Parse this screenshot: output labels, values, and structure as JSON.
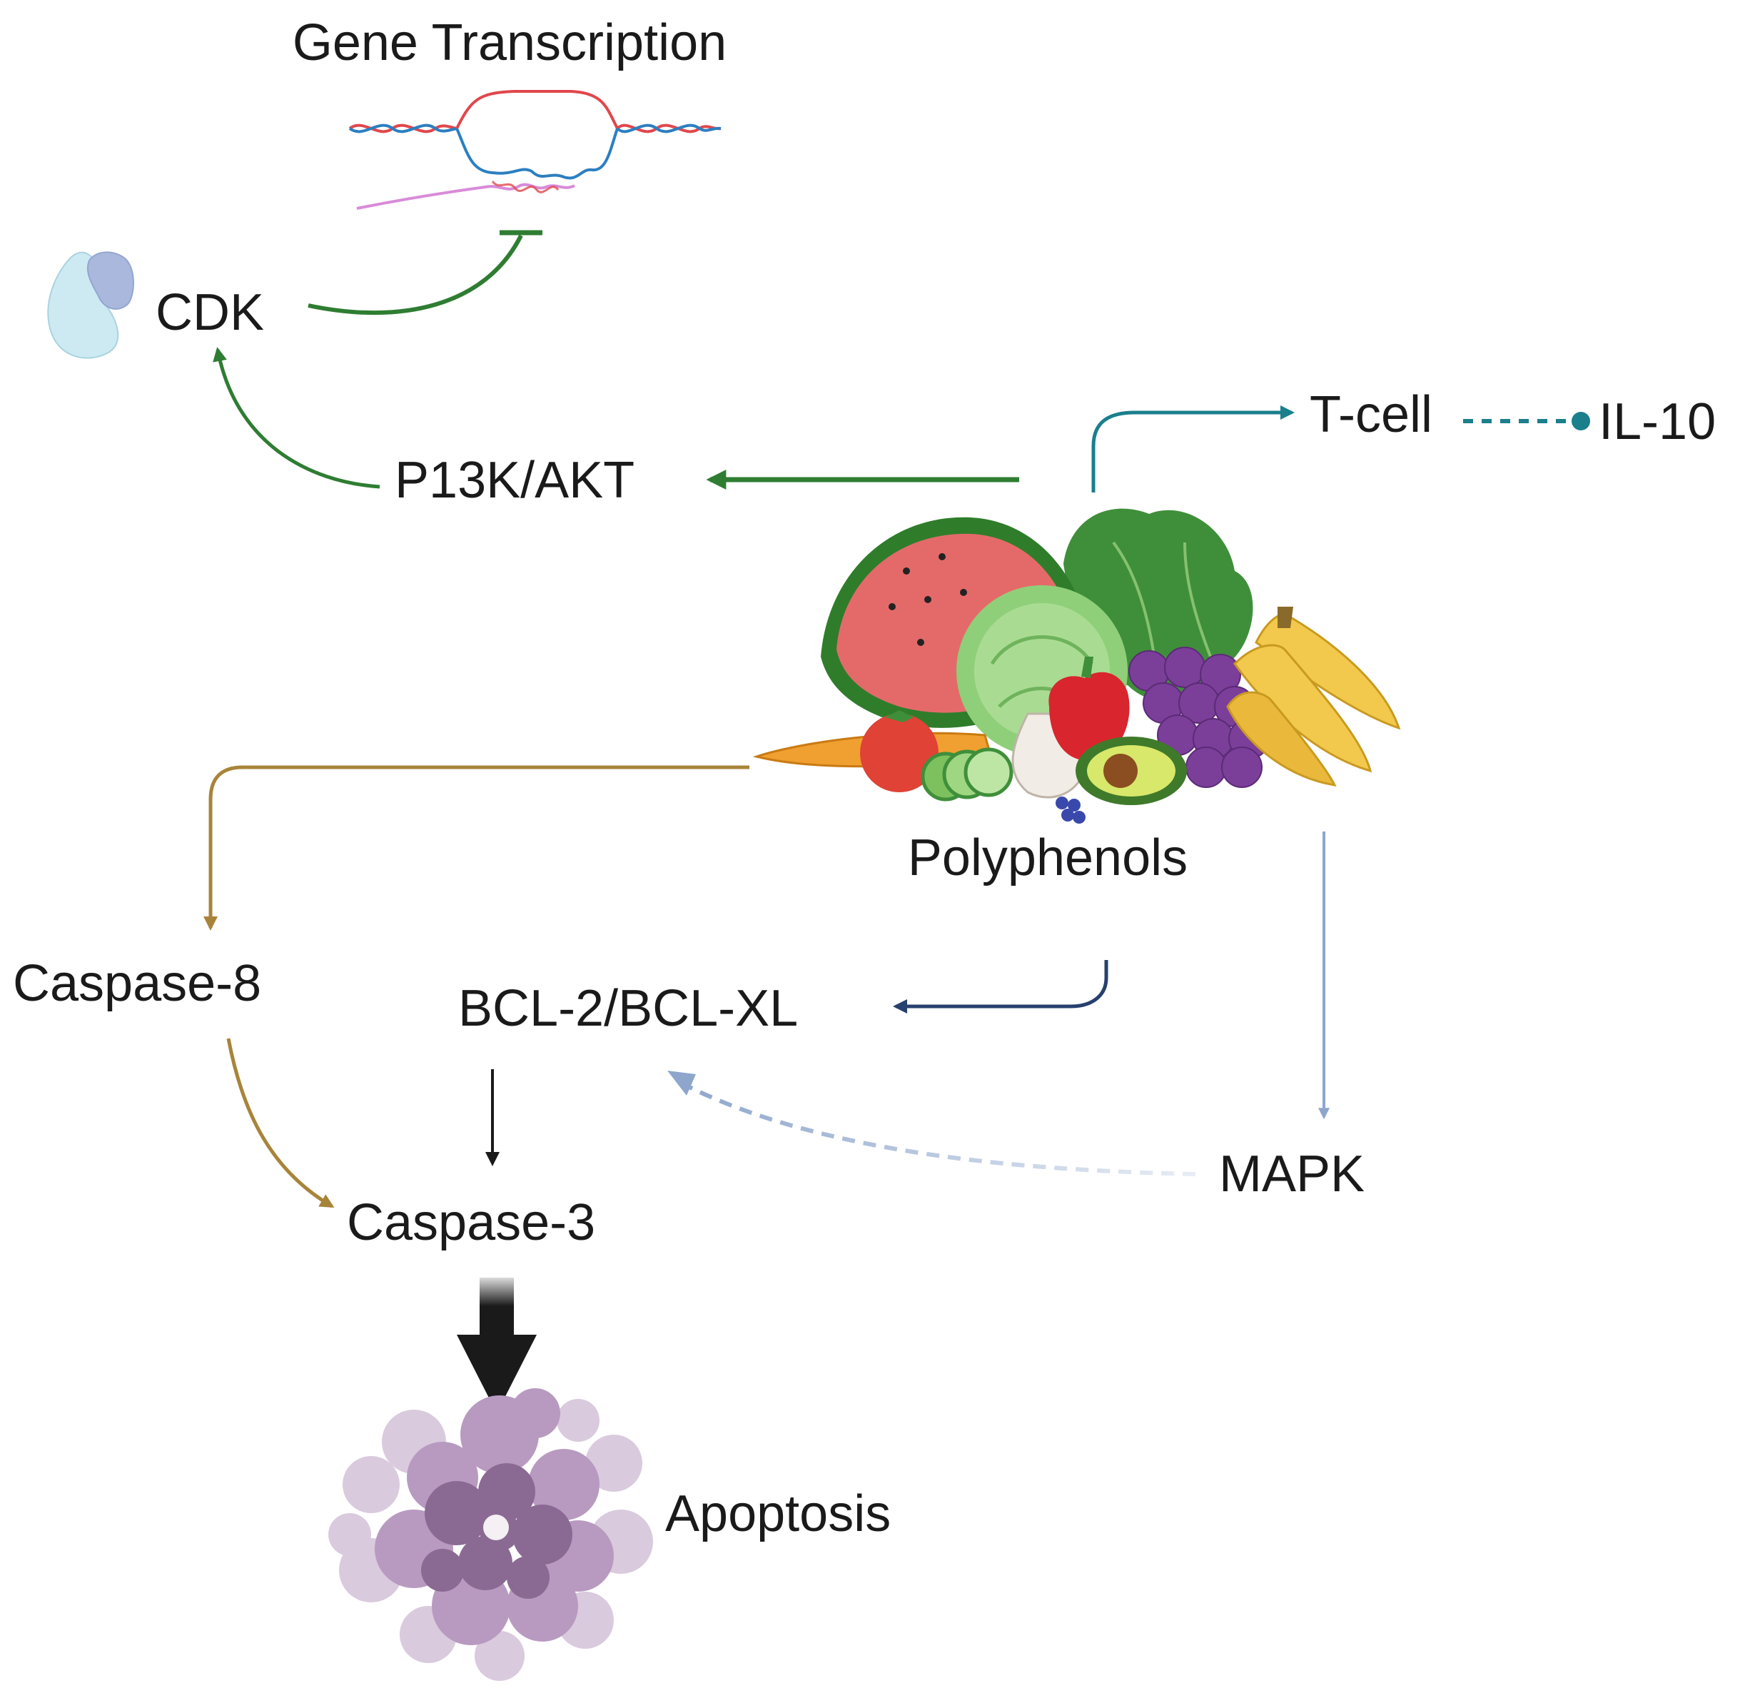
{
  "labels": {
    "gene_transcription": "Gene Transcription",
    "cdk": "CDK",
    "pi3k_akt": "P13K/AKT",
    "t_cell": "T-cell",
    "il_10": "IL-10",
    "polyphenols": "Polyphenols",
    "caspase_8": "Caspase-8",
    "bcl": "BCL-2/BCL-XL",
    "mapk": "MAPK",
    "caspase_3": "Caspase-3",
    "apoptosis": "Apoptosis"
  },
  "colors": {
    "green": "#2e7d32",
    "teal": "#1b7f8c",
    "gold": "#a8843a",
    "navy": "#27406e",
    "light_blue": "#8ea6cc",
    "black": "#1a1a1a",
    "purple": "#8a6a93",
    "dna_red": "#e0474c",
    "dna_blue": "#2b7fc1",
    "rna_pink": "#d98bd9"
  },
  "icons": [
    "dna-transcription-bubble-icon",
    "cdk-protein-icon",
    "fruits-vegetables-icon",
    "apoptotic-cell-icon"
  ]
}
